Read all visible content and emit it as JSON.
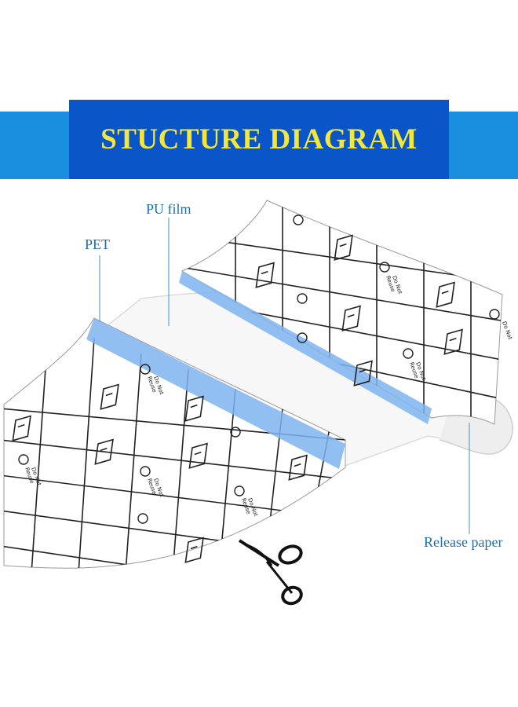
{
  "title": "STUCTURE DIAGRAM",
  "labels": {
    "pu_film": "PU film",
    "pet": "PET",
    "release_paper": "Release paper"
  },
  "sheet_text": {
    "line1": "Do Not",
    "line2": "Reuse"
  },
  "colors": {
    "band_light": "#1a8fe0",
    "band_dark": "#0a56c8",
    "title_text": "#f3e73a",
    "label_text": "#1f6ea8",
    "pet_edge": "#7fb4ee",
    "grid_line": "#222222"
  },
  "icons": [
    "scissors-icon",
    "document-icon",
    "no-reuse-icon"
  ]
}
